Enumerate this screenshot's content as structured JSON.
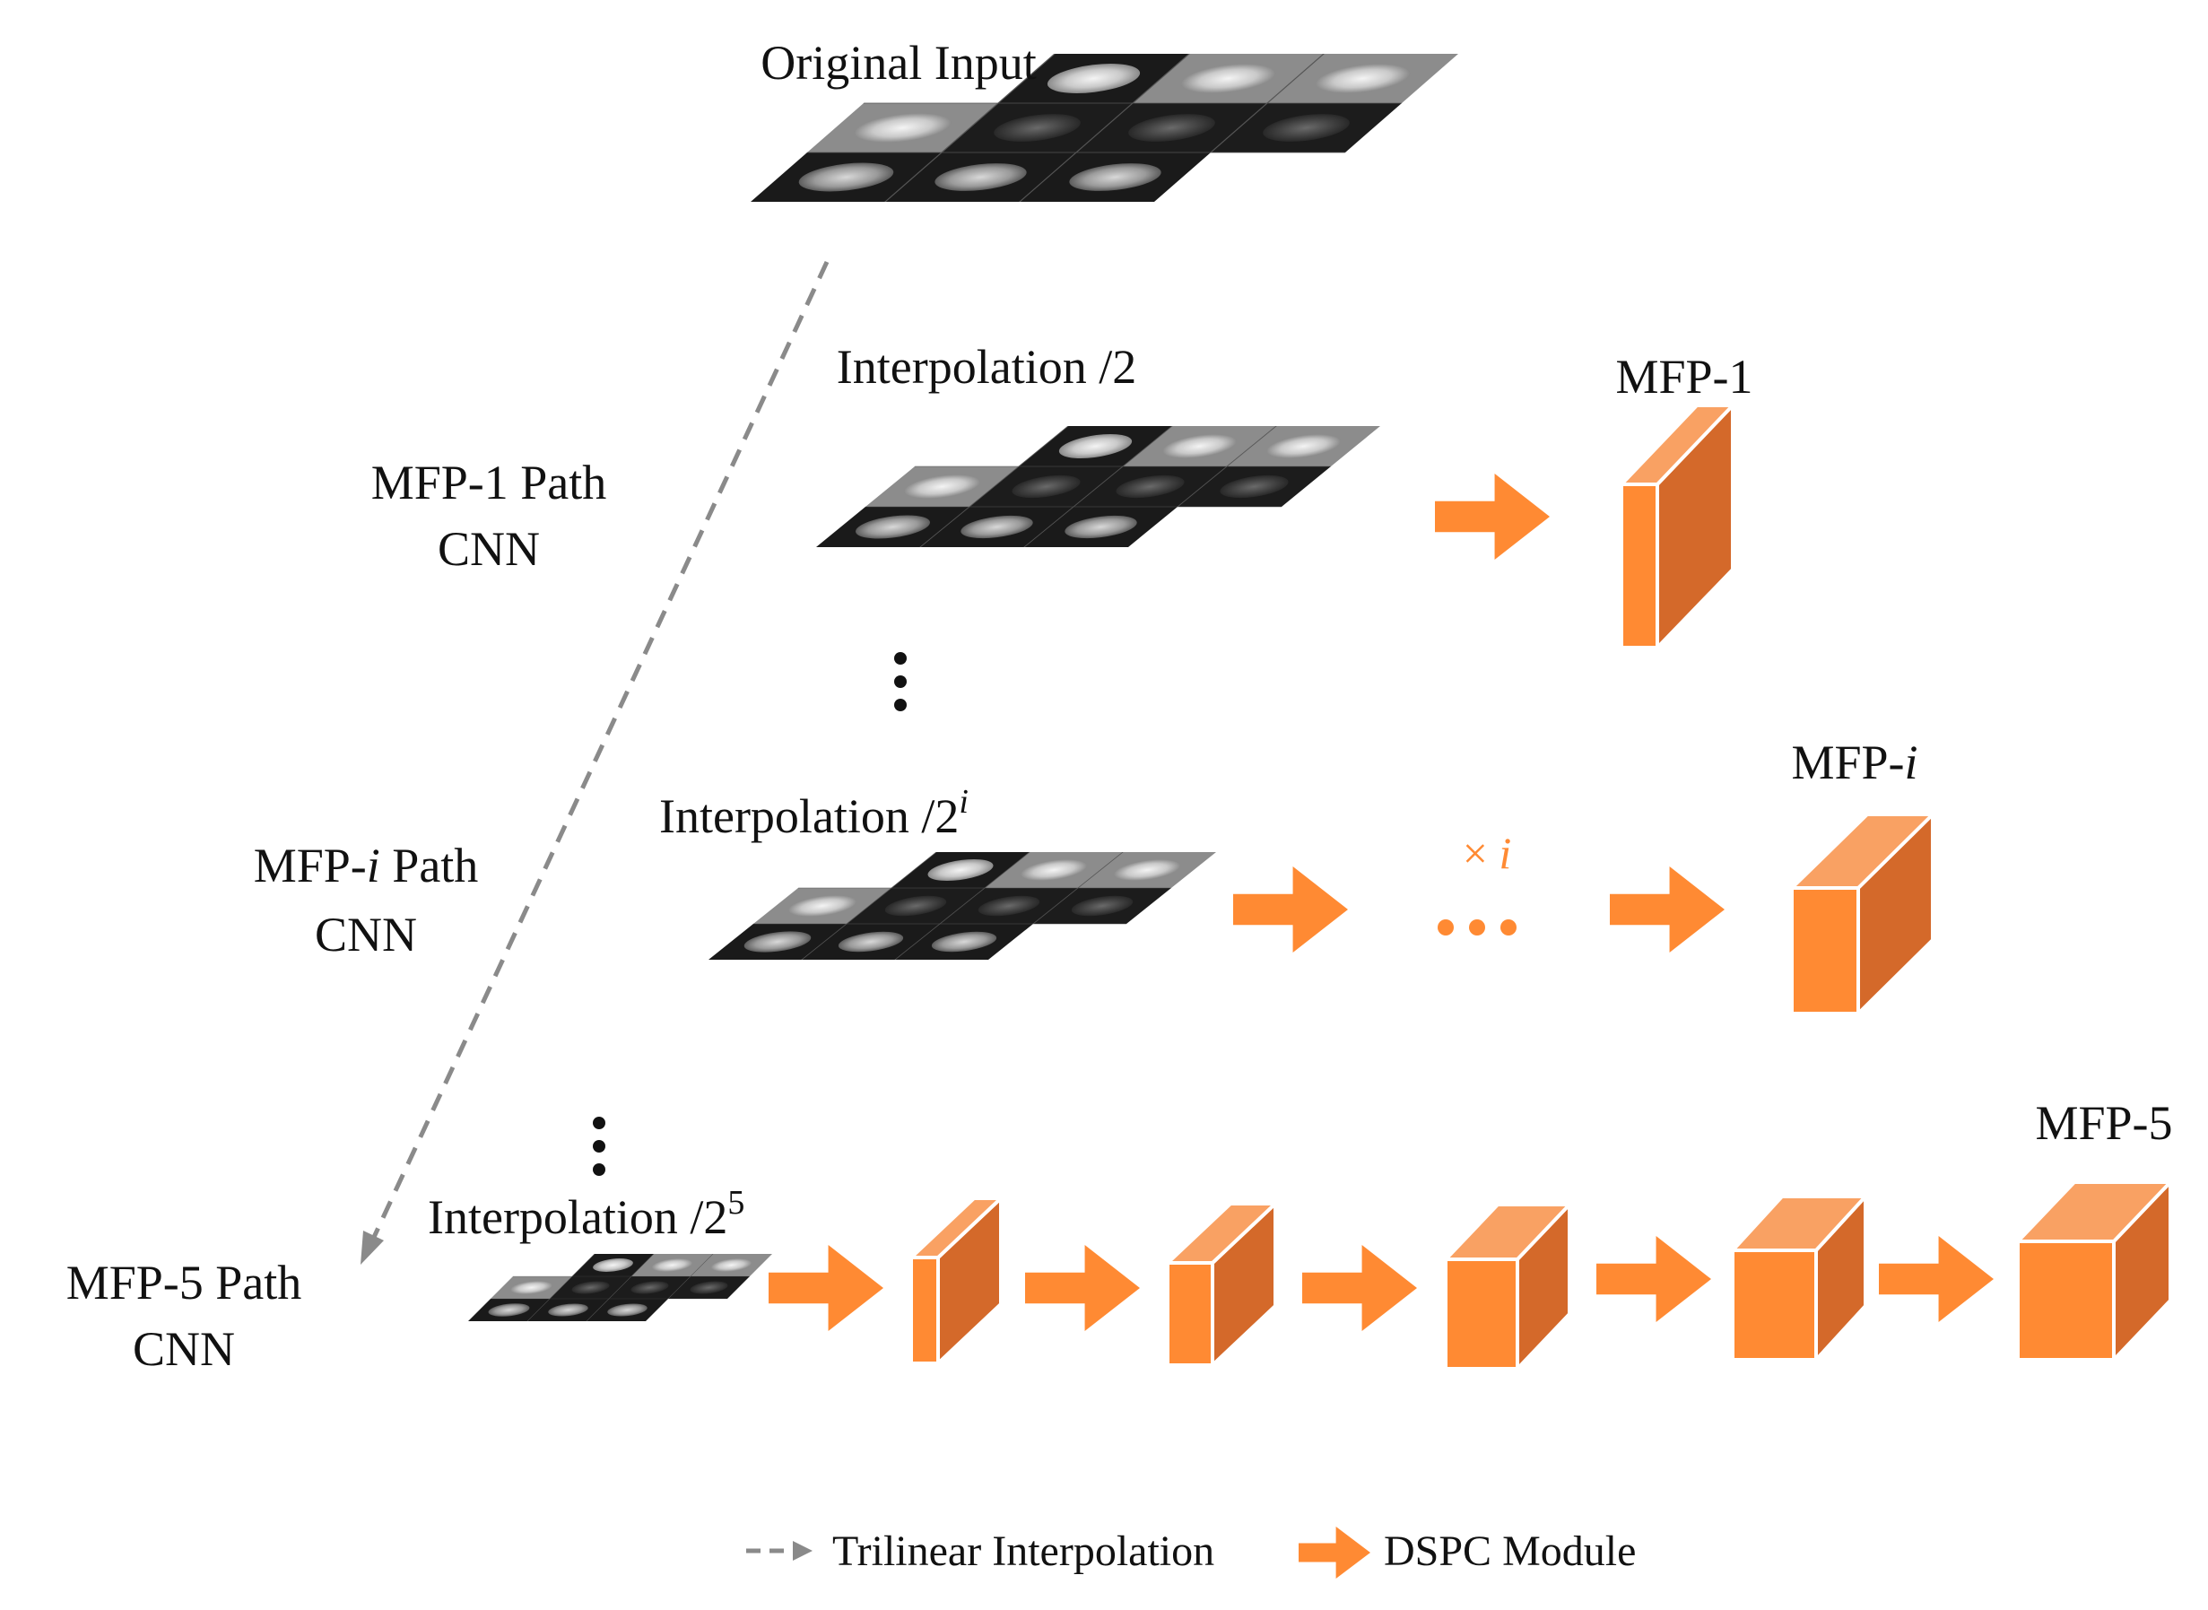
{
  "colors": {
    "accent": "#FF8A33",
    "accent_top": "#F9A163",
    "accent_side": "#D4692A",
    "dashed": "#8A8A8A",
    "text": "#111111"
  },
  "stages": {
    "original": {
      "label": "Original Input"
    },
    "level1": {
      "label": "Interpolation /2",
      "output": "MFP-1",
      "path_line1": "MFP-1 Path",
      "path_line2": "CNN"
    },
    "leveli": {
      "label_prefix": "Interpolation /2",
      "label_sup": "i",
      "output_prefix": "MFP-",
      "output_italic": "i",
      "path_prefix": "MFP-",
      "path_italic": "i",
      "path_suffix": " Path",
      "path_line2": "CNN",
      "repeat_prefix": "× ",
      "repeat_italic": "i"
    },
    "level5": {
      "label_prefix": "Interpolation /2",
      "label_sup": "5",
      "output": "MFP-5",
      "path_line1": "MFP-5 Path",
      "path_line2": "CNN"
    }
  },
  "legend": {
    "dashed_arrow": "Trilinear Interpolation",
    "orange_arrow": "DSPC Module"
  },
  "icons": [
    "dashed-arrow-icon",
    "orange-arrow-icon",
    "cuboid-feature-icon",
    "brain-slice-montage"
  ]
}
